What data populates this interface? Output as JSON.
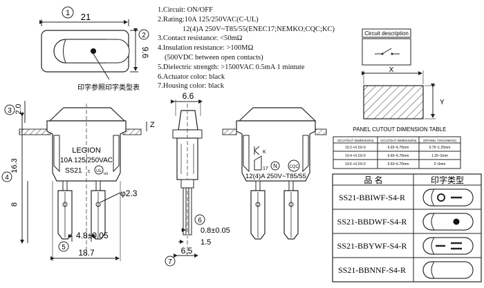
{
  "specs": {
    "line1": "1.Circuit: ON/OFF",
    "line2": "2.Rating:10A 125/250VAC(C-UL)",
    "line2b": "12(4)A 250V~T85/55(ENEC17;NEMKO;CQC;KC)",
    "line3": "3.Contact resistance: <50mΩ",
    "line4": "4.Insulation resistance: >100MΩ",
    "line4b": "(500VDC between open contacts)",
    "line5": "5.Dielectric strength: >1500VAC 0.5mA 1 mintute",
    "line6": "6.Actuator color: black",
    "line7": "7.Housing color: black"
  },
  "top_view": {
    "marker": "1",
    "width_dim": "21",
    "height_marker": "2",
    "height_dim": "9.6",
    "note": "印字参照印字类型表"
  },
  "front_view": {
    "marker_3": "3",
    "dim_3": "2.0",
    "marker_4": "4",
    "dim_4": "16.3",
    "dim_8": "8",
    "brand": "LEGION",
    "rating": "10A 125/250VAC",
    "model": "SS21",
    "cert": "c",
    "cert_ul": "UL",
    "cert_us": "us",
    "dim_hole": "φ2.3",
    "marker_5": "5",
    "dim_5": "4.8±0.05",
    "dim_total": "18.7"
  },
  "side_view": {
    "dim_top": "6.6",
    "marker_6": "6",
    "dim_6": "0.8±0.05",
    "dim_15": "1.5",
    "marker_7": "7",
    "dim_7": "6.5",
    "z_label": "Z"
  },
  "back_view": {
    "rating": "12(4)A  250V~T85/55",
    "enec": "17",
    "nemko": "N",
    "cqc": "CQC",
    "kc": "K"
  },
  "circuit": {
    "title": "Circuit description"
  },
  "panel": {
    "x_label": "X",
    "y_label": "Y",
    "title": "PANEL CUTOUT DIMENSION TABLE",
    "headers": [
      "X(CUTOUT DIMENSION)",
      "Y(CUTOUT DIMENSION)",
      "Z(PANEL THICKNESS)"
    ],
    "rows": [
      [
        "19.2 +0.15/-0",
        "6.65~6.75mm",
        "0.75~1.25mm"
      ],
      [
        "19.4 +0.15/-0",
        "6.65~6.75mm",
        "1.25~2mm"
      ],
      [
        "19.6 +0.15/-0",
        "6.60~6.70mm",
        "2~3mm"
      ]
    ]
  },
  "print_table": {
    "header_name": "品 名",
    "header_type": "印字类型",
    "rows": [
      {
        "name": "SS21-BBIWF-S4-R",
        "type": "I-O"
      },
      {
        "name": "SS21-BBDWF-S4-R",
        "type": "dot"
      },
      {
        "name": "SS21-BBYWF-S4-R",
        "type": "dash"
      },
      {
        "name": "SS21-BBNNF-S4-R",
        "type": "none"
      }
    ]
  }
}
